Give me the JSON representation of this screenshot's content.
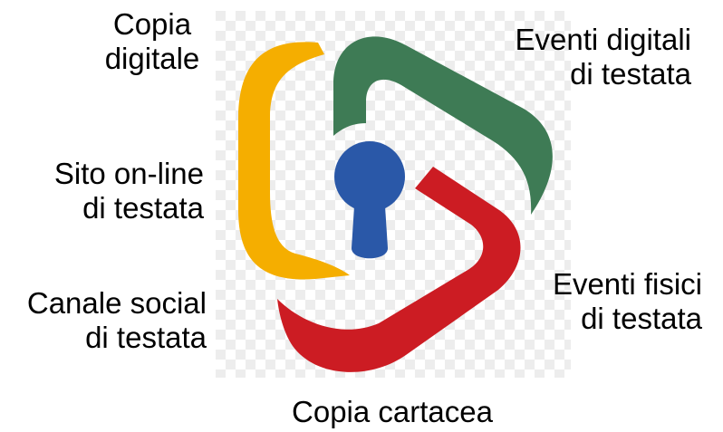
{
  "labels": {
    "copia_digitale": [
      "Copia",
      "digitale"
    ],
    "eventi_digitali": [
      "Eventi digitali",
      "di testata"
    ],
    "sito_online": [
      "Sito on-line",
      "di testata"
    ],
    "eventi_fisici": [
      "Eventi fisici",
      "di testata"
    ],
    "canale_social": [
      "Canale social",
      "di testata"
    ],
    "copia_cartacea": "Copia cartacea"
  },
  "colors": {
    "yellow": "#F5AE00",
    "green": "#3E7B55",
    "red": "#CC1C23",
    "blue": "#2A58A8",
    "checker_light": "#FFFFFF",
    "checker_dark": "#EDEDED"
  },
  "icons": {
    "logo": "triple-arc-keyhole-logo"
  }
}
